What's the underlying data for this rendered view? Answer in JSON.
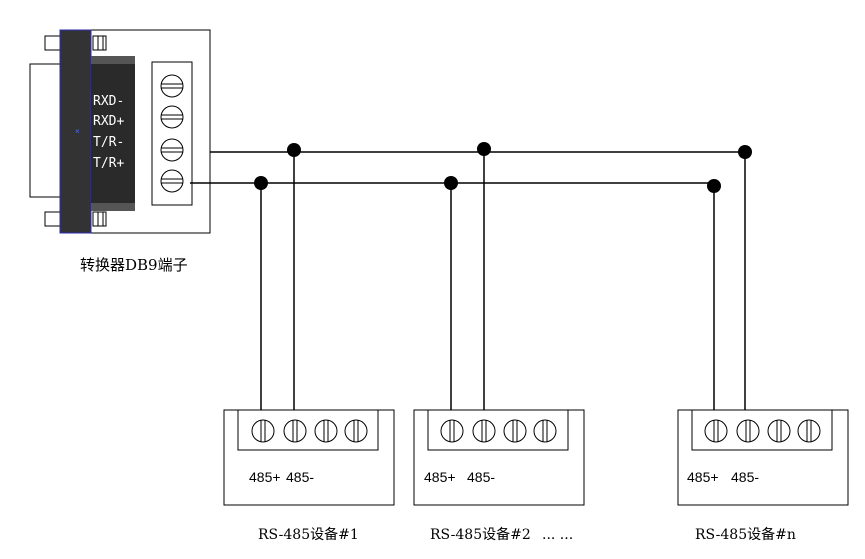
{
  "converter": {
    "pin_labels": [
      "RXD-",
      "RXD+",
      "T/R-",
      "T/R+"
    ],
    "caption": "转换器DB9端子"
  },
  "devices": [
    {
      "caption": "RS-485设备#1",
      "terminal_labels": [
        "485+",
        "485-"
      ]
    },
    {
      "caption": "RS-485设备#2",
      "terminal_labels": [
        "485+",
        "485-"
      ]
    },
    {
      "caption": "RS-485设备#n",
      "terminal_labels": [
        "485+",
        "485-"
      ]
    }
  ],
  "ellipsis": "... ..."
}
